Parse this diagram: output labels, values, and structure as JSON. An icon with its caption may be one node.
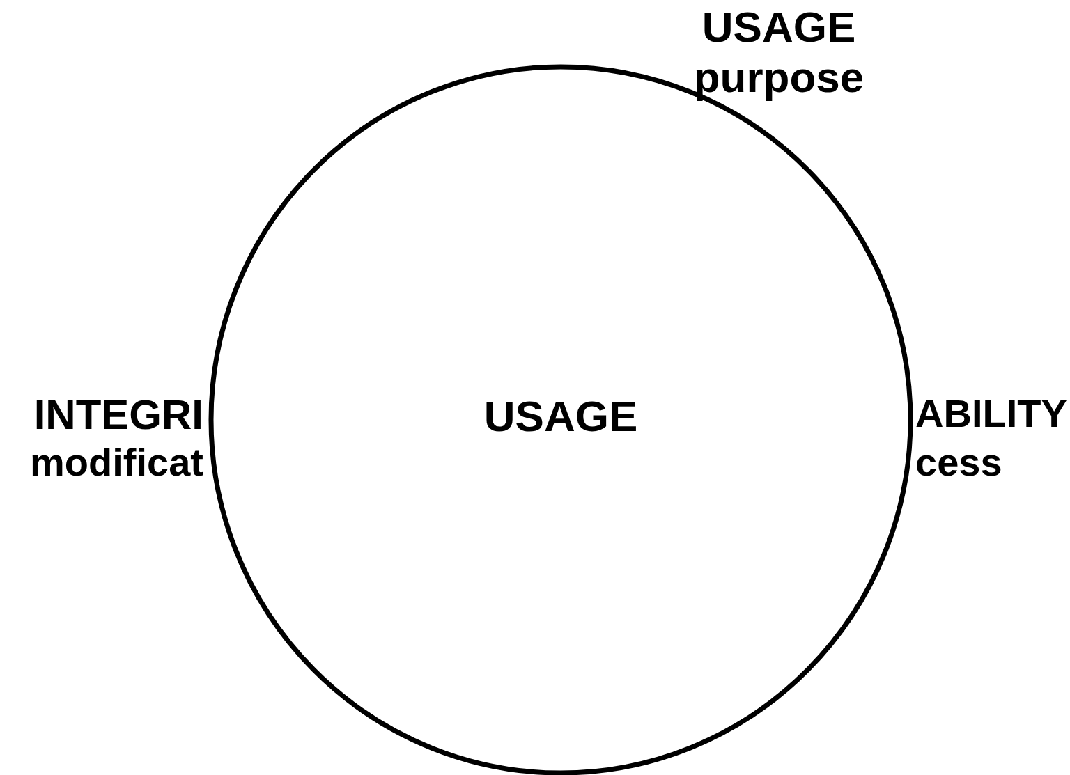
{
  "diagram": {
    "nodes": [
      {
        "text": [
          "USAGE"
        ]
      }
    ],
    "labels": [
      "USAGE",
      "purpose",
      "INTEGRI",
      "modificat",
      "ABILITY",
      "cess"
    ]
  }
}
